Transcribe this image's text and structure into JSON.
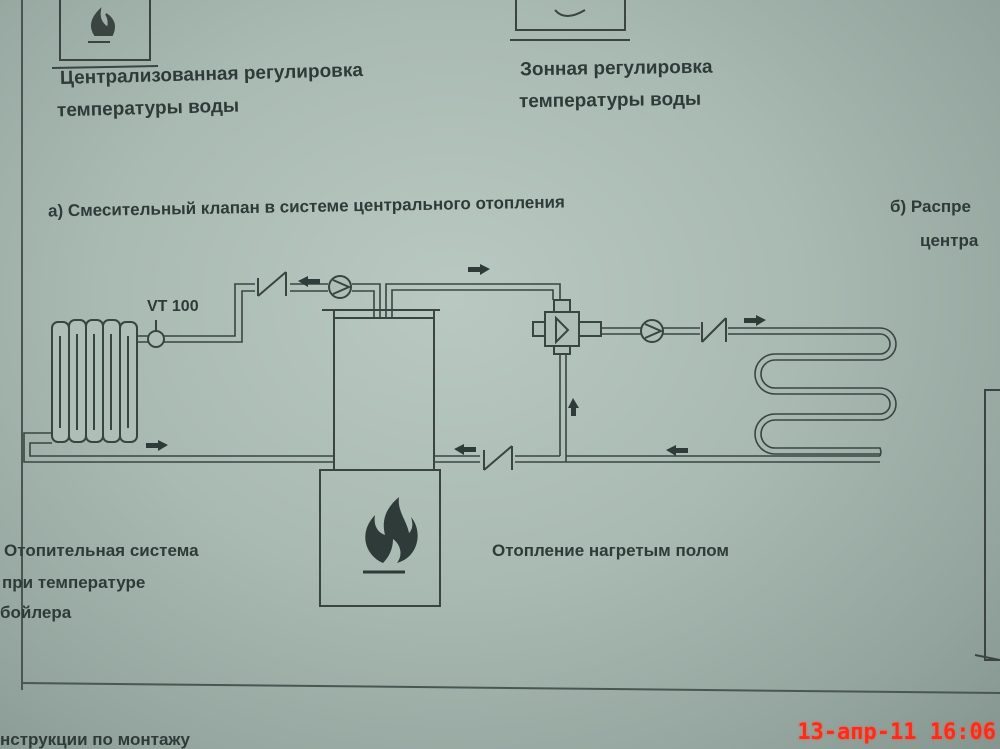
{
  "top_left_caption": [
    "Централизованная регулировка",
    "температуры воды"
  ],
  "top_right_caption": [
    "Зонная регулировка",
    "температуры воды"
  ],
  "section_a_title": "а) Смесительный клапан в системе центрального отопления",
  "section_b_title_line1": "б) Распре",
  "section_b_title_line2": "центра",
  "valve_label": "VT 100",
  "heating_system_label": [
    "Отопительная система",
    "при температуре",
    "бойлера"
  ],
  "floor_heating_label": "Отопление нагретым полом",
  "footer_text": "нструкции по монтажу",
  "timestamp": "13-апр-11 16:06"
}
